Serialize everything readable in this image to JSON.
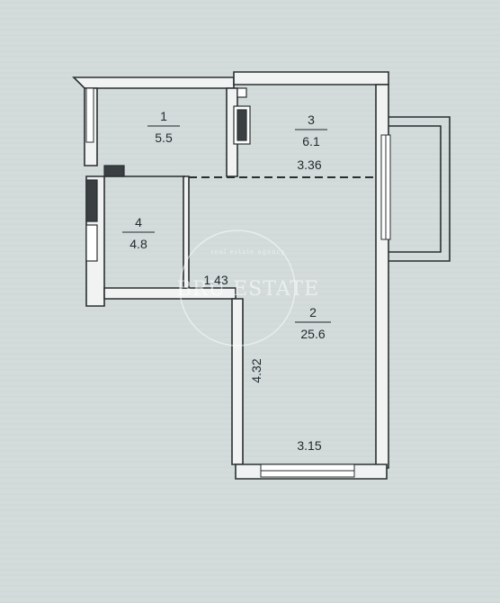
{
  "plan": {
    "rooms": [
      {
        "number": "1",
        "area": "5.5"
      },
      {
        "number": "3",
        "area": "6.1"
      },
      {
        "number": "4",
        "area": "4.8"
      },
      {
        "number": "2",
        "area": "25.6"
      }
    ],
    "dimensions": [
      "3.36",
      "1.43",
      "4.32",
      "3.15"
    ],
    "watermark": {
      "brand": "BRU ESTATE",
      "tagline": "real estate agency"
    }
  },
  "colors": {
    "paper": "#d3dbdb",
    "wall": "#2a2f31",
    "wall_fill": "#f1f3f2",
    "text": "#1f2a2c"
  }
}
